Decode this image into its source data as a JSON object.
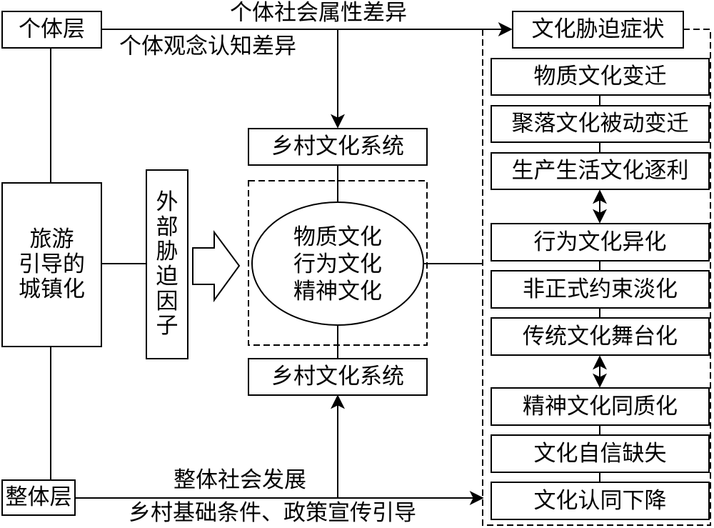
{
  "individual_layer": {
    "label": "个体层"
  },
  "whole_layer": {
    "label": "整体层"
  },
  "driver": {
    "lines": [
      "旅游",
      "引导的",
      "城镇化"
    ]
  },
  "external_factor": {
    "chars": [
      "外",
      "部",
      "胁",
      "迫",
      "因",
      "子"
    ]
  },
  "rural_system_top": {
    "label": "乡村文化系统"
  },
  "rural_system_bottom": {
    "label": "乡村文化系统"
  },
  "culture_core": {
    "lines": [
      "物质文化",
      "行为文化",
      "精神文化"
    ]
  },
  "edge_labels": {
    "individual_social": "个体社会属性差异",
    "individual_cognition": "个体观念认知差异",
    "whole_social": "整体社会发展",
    "rural_policy": "乡村基础条件、政策宣传引导"
  },
  "symptoms": {
    "title": "文化胁迫症状",
    "items": [
      "物质文化变迁",
      "聚落文化被动变迁",
      "生产生活文化逐利",
      "行为文化异化",
      "非正式约束淡化",
      "传统文化舞台化",
      "精神文化同质化",
      "文化自信缺失",
      "文化认同下降"
    ]
  }
}
